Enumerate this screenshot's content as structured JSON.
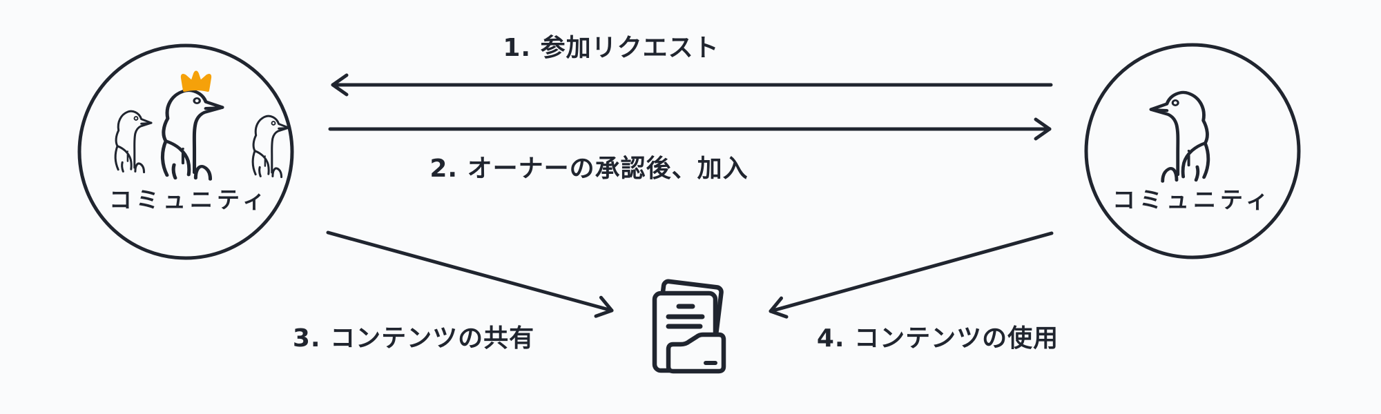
{
  "diagram": {
    "type": "flow",
    "left_community": {
      "label": "コミュニティ",
      "icon": "penguin-group-with-crown-icon",
      "penguin_count": 3,
      "has_owner_crown": true
    },
    "right_community": {
      "label": "コミュニティ",
      "icon": "penguin-icon",
      "penguin_count": 1,
      "has_owner_crown": false
    },
    "center_icon": "folder-documents-icon",
    "steps": [
      {
        "text": "1. 参加リクエスト",
        "arrow": "right-community to left-community"
      },
      {
        "text": "2. オーナーの承認後、加入",
        "arrow": "left-community to right-community"
      },
      {
        "text": "3. コンテンツの共有",
        "arrow": "left-community to folder"
      },
      {
        "text": "4. コンテンツの使用",
        "arrow": "right-community to folder"
      }
    ]
  },
  "colors": {
    "ink": "#20252F",
    "crown": "#F5A10A",
    "background": "#FAFBFC"
  }
}
